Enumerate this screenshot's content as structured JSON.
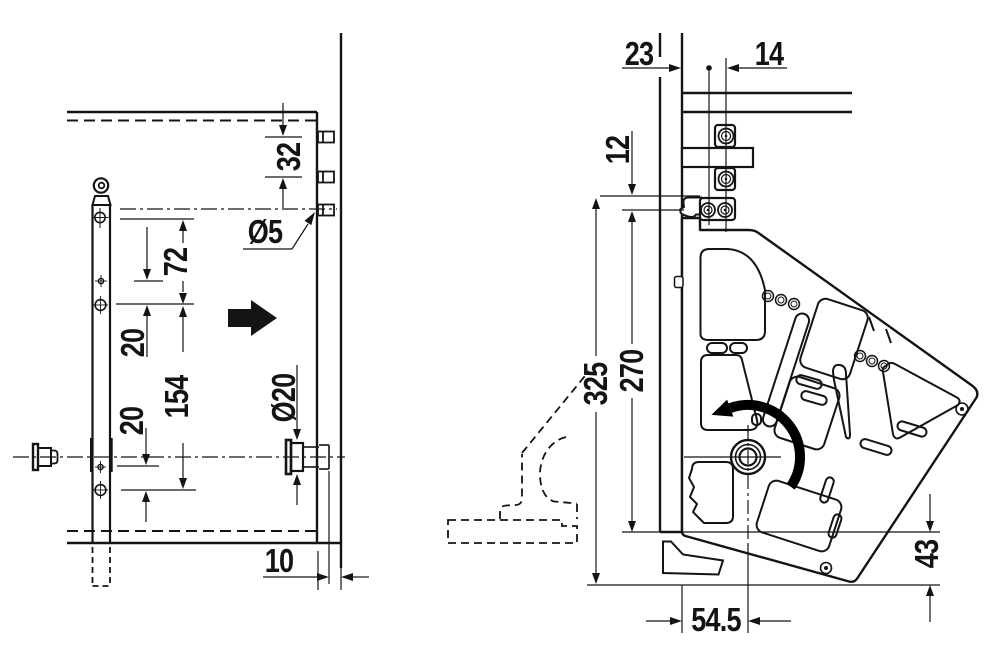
{
  "dims": {
    "left": {
      "peg_spacing": "32",
      "peg_hole_dia": "Ø5",
      "len_72": "72",
      "off_20_top": "20",
      "len_154": "154",
      "off_20_bottom": "20",
      "sleeve_dia": "Ø20",
      "depth_10": "10"
    },
    "right": {
      "off_23": "23",
      "off_14": "14",
      "off_12": "12",
      "len_325": "325",
      "len_270": "270",
      "off_43": "43",
      "off_54_5": "54.5"
    }
  },
  "icons": {
    "insert_arrow": "insert-direction-arrow",
    "rotation_arrow": "swivel-rotation-arrow"
  },
  "colors": {
    "line": "#141414",
    "background": "#ffffff"
  }
}
